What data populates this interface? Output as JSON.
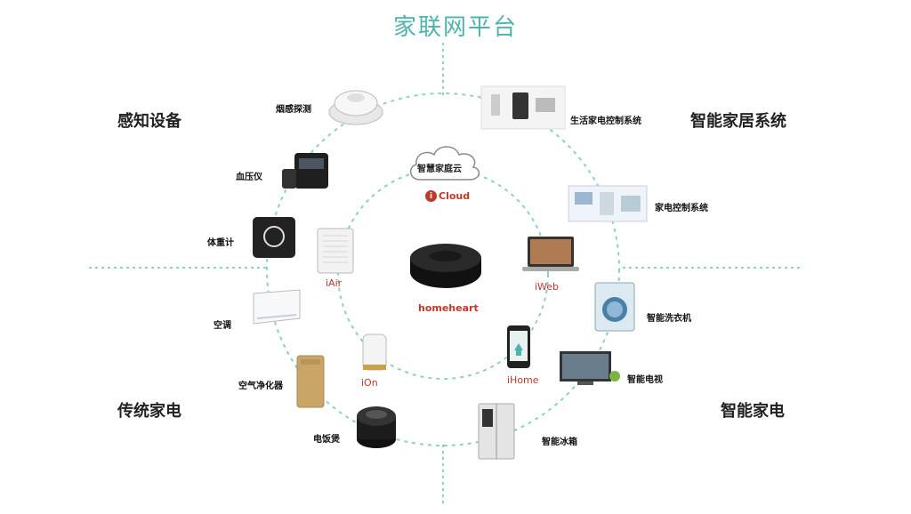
{
  "title": "家联网平台",
  "quadrants": {
    "top_left": "感知设备",
    "top_right": "智能家居系统",
    "bottom_left": "传统家电",
    "bottom_right": "智能家电"
  },
  "hub": {
    "cloud_label": "智慧家庭云",
    "icloud_label": "Cloud",
    "center_label": "homeheart"
  },
  "inner_devices": {
    "iair": "iAir",
    "iweb": "iWeb",
    "ion": "iOn",
    "ihome": "iHome"
  },
  "outer_devices": {
    "smoke_detector": "烟感探测",
    "blood_pressure": "血压仪",
    "weight_scale": "体重计",
    "air_conditioner": "空调",
    "air_purifier": "空气净化器",
    "rice_cooker": "电饭煲",
    "life_appliance_control": "生活家电控制系统",
    "appliance_control": "家电控制系统",
    "smart_washer": "智能洗衣机",
    "smart_tv": "智能电视",
    "smart_fridge": "智能冰箱"
  },
  "colors": {
    "accent": "#4fb3ad",
    "inner_label": "#c0392b",
    "dashed_line": "#8fcfc9"
  },
  "icons": {
    "cloud": "cloud-icon",
    "hub": "hub-device-icon",
    "icloud_mark": "icloud-logo-icon"
  }
}
